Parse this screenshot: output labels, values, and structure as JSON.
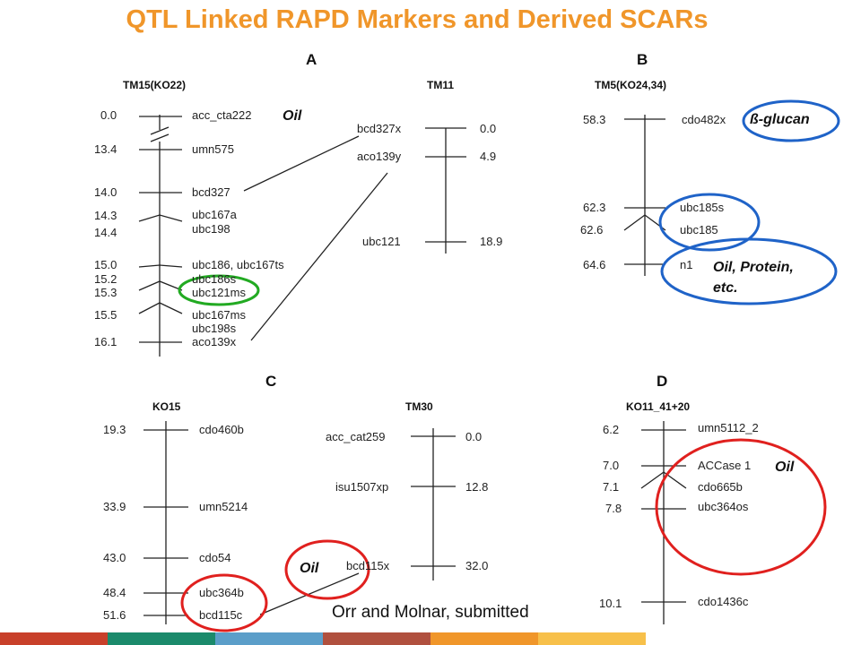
{
  "title": "QTL Linked RAPD Markers and Derived SCARs",
  "credit": "Orr and Molnar, submitted",
  "panels": {
    "A": {
      "label": "A",
      "maps": {
        "tm15": {
          "name": "TM15(KO22)",
          "positions": [
            "0.0",
            "13.4",
            "14.0",
            "14.3",
            "14.4",
            "15.0",
            "15.2",
            "15.3",
            "15.5",
            "16.1"
          ],
          "markers": [
            "acc_cta222",
            "umn575",
            "bcd327",
            "ubc167a",
            "ubc198",
            "ubc186, ubc167ts",
            "ubc186s",
            "ubc121ms",
            "ubc167ms",
            "ubc198s",
            "aco139x"
          ]
        },
        "tm11": {
          "name": "TM11",
          "markers": [
            "bcd327x",
            "aco139y",
            "ubc121"
          ],
          "positions": [
            "0.0",
            "4.9",
            "18.9"
          ]
        }
      },
      "trait": "Oil"
    },
    "B": {
      "label": "B",
      "map_name": "TM5(KO24,34)",
      "positions": [
        "58.3",
        "62.3",
        "62.6",
        "64.6"
      ],
      "markers": [
        "cdo482x",
        "ubc185s",
        "ubc185",
        "n1"
      ],
      "traits": [
        "ß-glucan",
        "Oil, Protein,",
        "etc."
      ]
    },
    "C": {
      "label": "C",
      "maps": {
        "ko15": {
          "name": "KO15",
          "positions": [
            "19.3",
            "33.9",
            "43.0",
            "48.4",
            "51.6"
          ],
          "markers": [
            "cdo460b",
            "umn5214",
            "cdo54",
            "ubc364b",
            "bcd115c"
          ]
        },
        "tm30": {
          "name": "TM30",
          "markers": [
            "acc_cat259",
            "isu1507xp",
            "bcd115x"
          ],
          "positions": [
            "0.0",
            "12.8",
            "32.0"
          ]
        }
      },
      "trait": "Oil"
    },
    "D": {
      "label": "D",
      "map_name": "KO11_41+20",
      "positions": [
        "6.2",
        "7.0",
        "7.1",
        "7.8",
        "10.1"
      ],
      "markers": [
        "umn5112_2",
        "ACCase 1",
        "cdo665b",
        "ubc364os",
        "cdo1436c"
      ],
      "trait": "Oil"
    }
  },
  "colors": {
    "title": "#f0962a",
    "green_circle": "#22aa22",
    "blue_circle": "#1f63c8",
    "red_circle": "#e0201e",
    "footer": [
      "#c8402a",
      "#1b8a6b",
      "#5b9ec9",
      "#b0503e",
      "#f0962a",
      "#f7c04a"
    ]
  }
}
